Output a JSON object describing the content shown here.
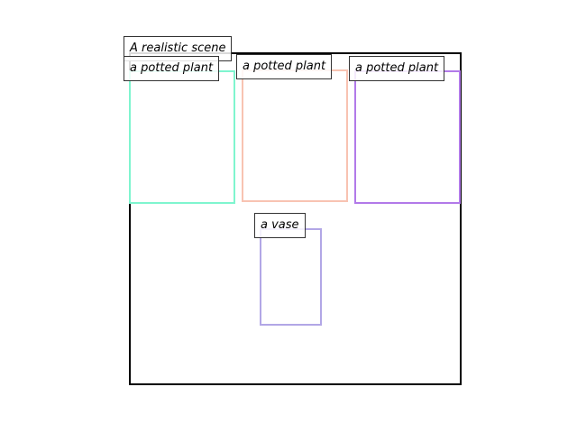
{
  "scene": {
    "caption": "A realistic scene",
    "frame_color": "#000000"
  },
  "objects": [
    {
      "label": "a potted plant",
      "color": "#7ff5cf"
    },
    {
      "label": "a potted plant",
      "color": "#f8c3b2"
    },
    {
      "label": "a potted plant",
      "color": "#b27ae9"
    },
    {
      "label": "a vase",
      "color": "#b2a7e6"
    }
  ]
}
